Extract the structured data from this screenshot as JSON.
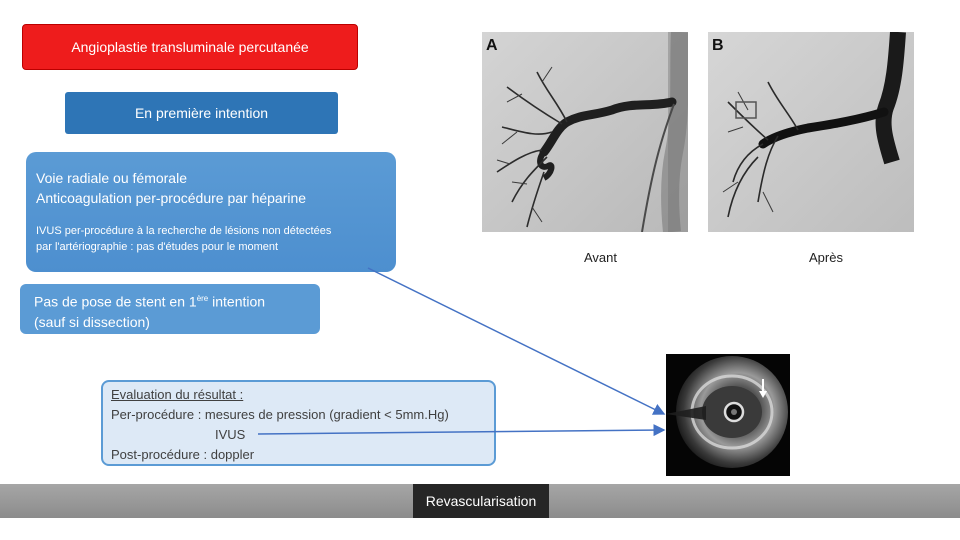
{
  "title": "Angioplastie transluminale percutanée",
  "first_line": "En première intention",
  "approach": {
    "line1": "Voie radiale ou fémorale",
    "line2": "Anticoagulation per-procédure par héparine",
    "ivus_line1": "IVUS per-procédure à la recherche de lésions non détectées",
    "ivus_line2": "par l'artériographie : pas d'études pour le moment"
  },
  "stent": {
    "pre": "Pas de pose de stent en 1",
    "sup": "ère",
    "post": " intention",
    "line2": "(sauf si dissection)"
  },
  "evaluation": {
    "title": "Evaluation du résultat :",
    "line1": "Per-procédure : mesures de pression (gradient < 5mm.Hg)",
    "line2": "IVUS",
    "line3": "Post-procédure : doppler"
  },
  "images": {
    "label_a": "A",
    "label_b": "B",
    "caption_before": "Avant",
    "caption_after": "Après"
  },
  "footer": {
    "label": "Revascularisation"
  },
  "colors": {
    "red": "#ee1c1c",
    "dark_blue": "#2e75b6",
    "blue": "#5b9bd5",
    "light_blue": "#dde9f6",
    "footer_grey": "#999999",
    "footer_dark": "#262626"
  }
}
